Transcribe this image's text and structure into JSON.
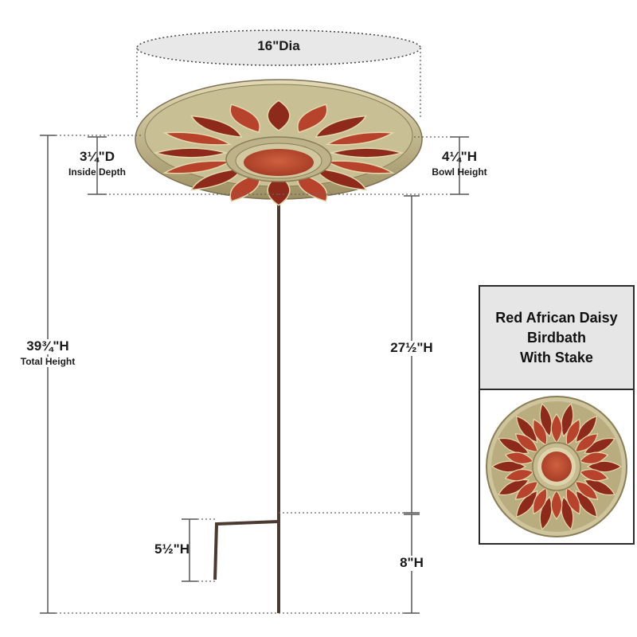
{
  "dimensions": {
    "diameter": "16\"Dia",
    "inside_depth_value": "3¼\"D",
    "inside_depth_label": "Inside Depth",
    "bowl_height_value": "4¼\"H",
    "bowl_height_label": "Bowl Height",
    "total_height_value": "39¾\"H",
    "total_height_label": "Total Height",
    "stake_height_value": "27½\"H",
    "spike_height_value": "5½\"H",
    "ground_height_value": "8\"H"
  },
  "product_card": {
    "title_line1": "Red African Daisy",
    "title_line2": "Birdbath",
    "title_line3": "With Stake"
  },
  "colors": {
    "petal": "#b8432c",
    "petal_dark": "#8e2a1c",
    "brass": "#a89b6e",
    "brass_light": "#d8cfa8",
    "stake": "#4a3a30",
    "dim_line": "#555555"
  },
  "icons": [
    "birdbath-illustration",
    "bowl-top-view"
  ]
}
